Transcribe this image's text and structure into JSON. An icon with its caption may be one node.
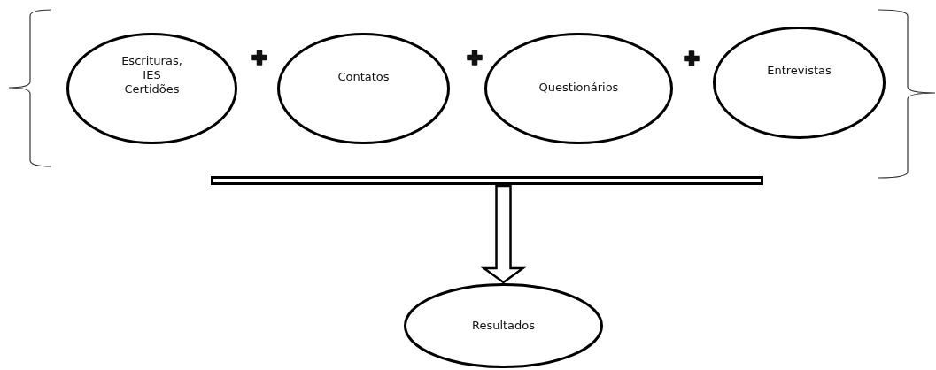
{
  "diagram": {
    "nodes": [
      {
        "text": [
          "Escrituras, IES Certidões"
        ]
      },
      {
        "text": [
          "Contatos"
        ]
      },
      {
        "text": [
          "Questionários"
        ]
      },
      {
        "text": [
          "Entrevistas"
        ]
      },
      {
        "text": [],
        "shape": "bar"
      },
      {
        "text": [
          "Resultados"
        ]
      }
    ],
    "edges": [
      {
        "from": 4,
        "to": 5,
        "arrow": "to"
      }
    ]
  }
}
